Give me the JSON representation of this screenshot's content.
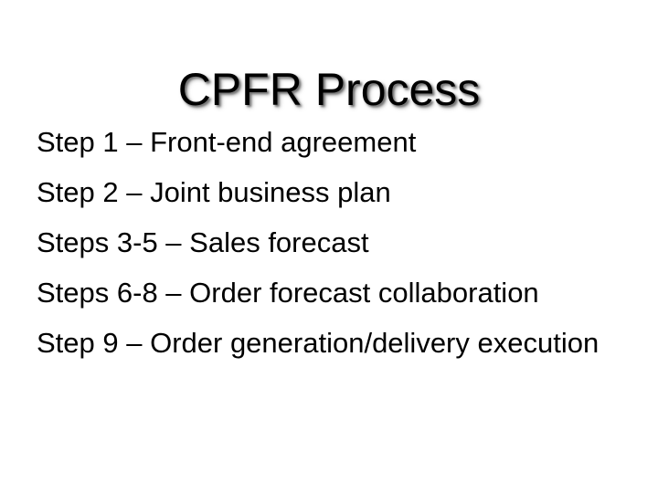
{
  "slide": {
    "background_color": "#ffffff",
    "text_color": "#000000",
    "title_shadow_color": "#5a5a5a",
    "title": "CPFR Process",
    "body_lines": [
      {
        "text": "Step 1 – Front-end agreement"
      },
      {
        "text": "Step 2 – Joint business plan"
      },
      {
        "text": "Steps 3-5 – Sales forecast"
      },
      {
        "text": "Steps 6-8 – Order forecast collaboration"
      },
      {
        "text": "Step 9 – Order generation/delivery execution"
      }
    ]
  }
}
